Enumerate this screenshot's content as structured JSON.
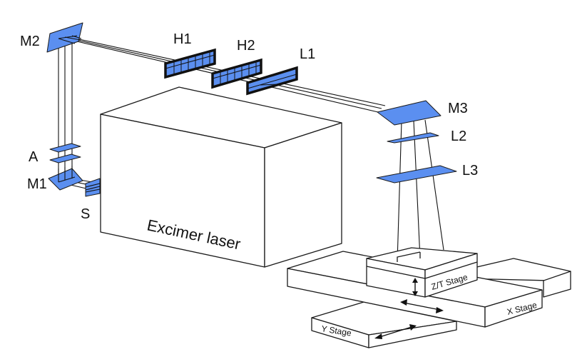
{
  "diagram": {
    "title": "Excimer laser micromachining optical setup",
    "optic_color": "#5b8ff0",
    "labels": {
      "m2": "M2",
      "h1": "H1",
      "h2": "H2",
      "l1": "L1",
      "m3": "M3",
      "l2": "L2",
      "l3": "L3",
      "a": "A",
      "m1": "M1",
      "s": "S",
      "laser": "Excimer laser",
      "zt_stage": "Z/T Stage",
      "x_stage": "X Stage",
      "y_stage": "Y Stage"
    }
  }
}
